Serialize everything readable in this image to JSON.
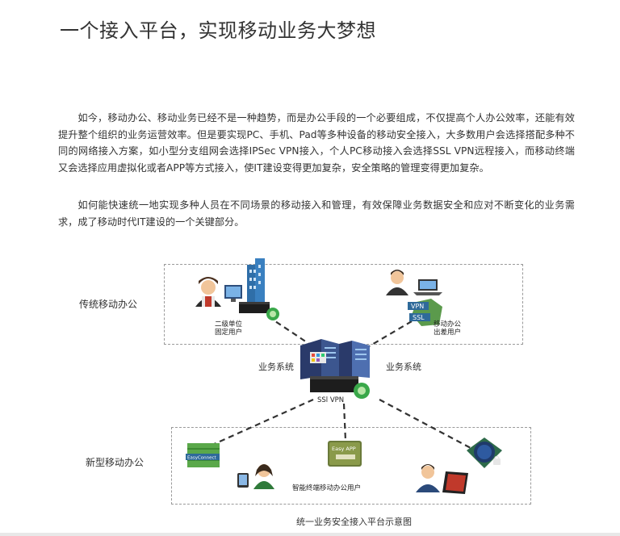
{
  "title": "一个接入平台，实现移动业务大梦想",
  "paragraphs": [
    "如今，移动办公、移动业务已经不是一种趋势，而是办公手段的一个必要组成，不仅提高个人办公效率，还能有效提升整个组织的业务运营效率。但是要实现PC、手机、Pad等多种设备的移动安全接入，大多数用户会选择搭配多种不同的网络接入方案，如小型分支组网会选择IPSec VPN接入，个人PC移动接入会选择SSL VPN远程接入，而移动终端又会选择应用虚拟化或者APP等方式接入，使IT建设变得更加复杂，安全策略的管理变得更加复杂。",
    "如何能快速统一地实现多种人员在不同场景的移动接入和管理，有效保障业务数据安全和应对不断变化的业务需求，成了移动时代IT建设的一个关键部分。"
  ],
  "diagram": {
    "traditional_label": "传统移动办公",
    "new_label": "新型移动办公",
    "business_left": "业务系统",
    "business_right": "业务系统",
    "ssl_vpn_label": "SSl  VPN",
    "branch_user_line1": "二级单位",
    "branch_user_line2": "固定用户",
    "mobile_user_line1": "移动办公",
    "mobile_user_line2": "出差用户",
    "smart_terminal_label": "智能终端移动办公用户",
    "vpn_icon_text1": "VPN",
    "vpn_icon_text2": "SSL",
    "easyconnect_text": "EasyConnect",
    "easyapp_text": "Easy APP",
    "caption": "统一业务安全接入平台示意图"
  }
}
